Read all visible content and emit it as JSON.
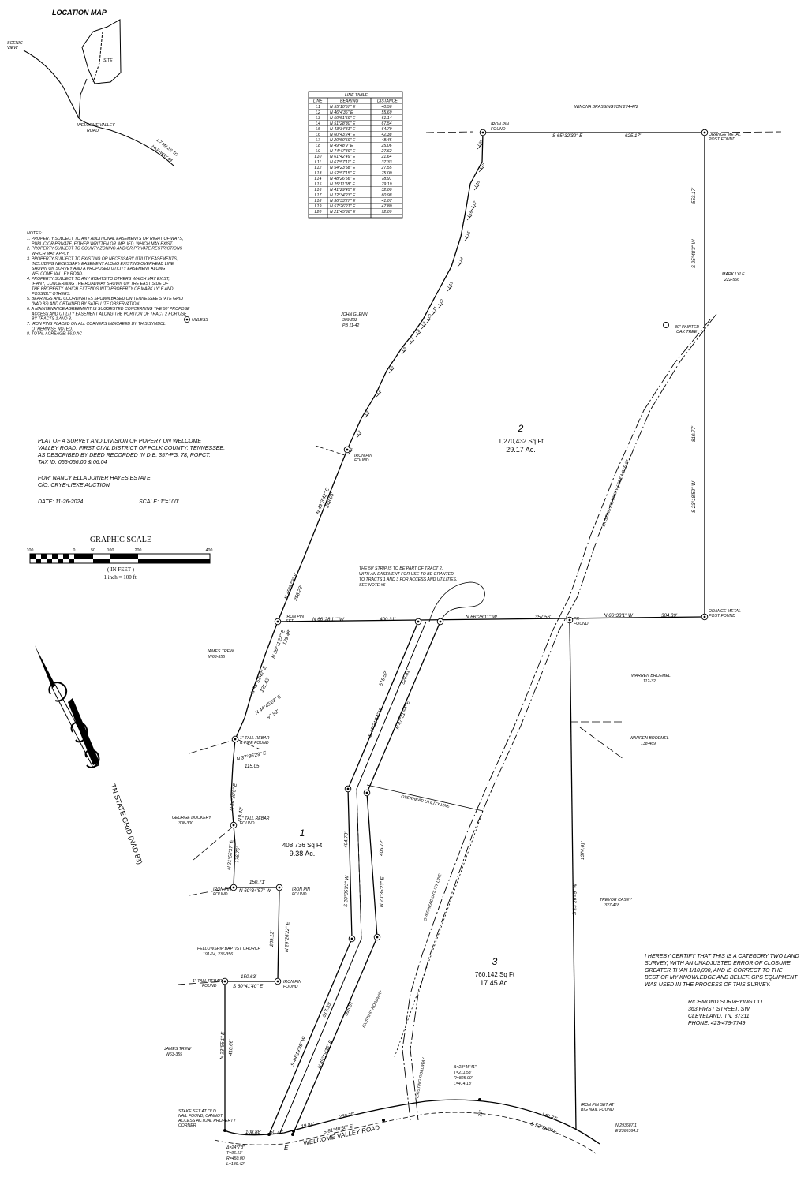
{
  "location_map": {
    "title": "LOCATION MAP",
    "scenic_view": [
      "SCENIC",
      "VIEW"
    ],
    "site": "SITE",
    "road": [
      "WELCOME VALLEY",
      "ROAD"
    ],
    "highway": [
      "1.7 MILES TO",
      "HIGHWAY 64"
    ]
  },
  "line_table": {
    "title": "LINE TABLE",
    "headers": [
      "LINE",
      "BEARING",
      "DISTANCE"
    ],
    "rows": [
      [
        "L1",
        "N 55°10'57\" E",
        "40.56"
      ],
      [
        "L2",
        "N 46°4'36\" E",
        "55.69"
      ],
      [
        "L3",
        "N 50°51'59\" E",
        "61.14"
      ],
      [
        "L4",
        "N 51°28'30\" E",
        "67.54"
      ],
      [
        "L5",
        "N 43°34'41\" E",
        "64.79"
      ],
      [
        "L6",
        "N 60°43'24\" E",
        "42.38"
      ],
      [
        "L7",
        "N 20°50'59\" E",
        "48.45"
      ],
      [
        "L8",
        "N 49°48'9\" E",
        "25.06"
      ],
      [
        "L9",
        "N 74°47'49\" E",
        "27.62"
      ],
      [
        "L10",
        "N 61°42'49\" E",
        "21.64"
      ],
      [
        "L11",
        "N 67°57'11\" E",
        "37.33"
      ],
      [
        "L12",
        "N 54°23'58\" E",
        "27.55"
      ],
      [
        "L13",
        "N 52°57'15\" E",
        "75.00"
      ],
      [
        "L14",
        "N 48°26'56\" E",
        "78.91"
      ],
      [
        "L15",
        "N 25°11'28\" E",
        "79.19"
      ],
      [
        "L16",
        "N 41°29'45\" E",
        "32.00"
      ],
      [
        "L17",
        "N 22°34'23\" E",
        "60.98"
      ],
      [
        "L18",
        "N 36°33'27\" E",
        "41.07"
      ],
      [
        "L19",
        "N 57°26'21\" E",
        "47.80"
      ],
      [
        "L20",
        "N 21°45'36\" E",
        "92.09"
      ]
    ]
  },
  "notes": {
    "title": "NOTES:",
    "lines": [
      "1. PROPERTY SUBJECT TO ANY ADDITIONAL EASEMENTS OR RIGHT OF WAYS,",
      "PUBLIC OR PRIVATE, EITHER WRITTEN OR IMPLIED, WHICH MAY EXIST.",
      "2. PROPERTY SUBJECT TO COUNTY ZONING AND/OR PRIVATE RESTRICTIONS",
      "WHICH MAY APPLY.",
      "3. PROPERTY SUBJECT TO EXISTING OR NECESSARY UTILITY EASEMENTS,",
      "INCLUDING NECESSARY EASEMENT ALONG EXISTING OVERHEAD LINE",
      "SHOWN ON SURVEY AND A PROPOSED UTILITY EASEMENT ALONG",
      "WELCOME VALLEY ROAD.",
      "4. PROPERTY SUBJECT TO ANY RIGHTS TO OTHERS WHICH MAY EXIST,",
      "IF ANY, CONCERNING THE ROADWAY SHOWN ON THE EAST SIDE OF",
      "THE PROPERTY WHICH EXTENDS INTO PROPERTY OF MARK LYLE AND",
      "POSSIBLY OTHERS.",
      "5. BEARINGS AND COORDINATES SHOWN BASED ON TENNESSEE STATE GRID",
      "(NAD 83) AND OBTAINED BY SATELLITE OBSERVATION.",
      "6. A MAINTENANCE AGREEMENT IS SUGGESTED CONCERNING THE 50' PROPOSE",
      "ACCESS AND UTILITY EASEMENT ALONG THE PORTION OF TRACT 2 FOR USE",
      "BY TRACTS 1 AND 3.",
      "7. IRON PINS PLACED ON ALL CORNERS INDICAEED BY THIS SYMBOL",
      "OTHERWISE NOTED.",
      "8. TOTAL ACREAGE: 56.0 AC"
    ],
    "unless": "UNLESS"
  },
  "title_block": {
    "lines": [
      "PLAT OF A SURVEY AND DIVISION OF POPERY ON WELCOME",
      "VALLEY ROAD, FIRST CIVIL DISTRICT OF POLK COUNTY, TENNESSEE,",
      "AS DESCRIBED BY DEED RECORDED IN D.B. 357-PG. 78, ROPCT.",
      "TAX ID: 055-056.00 & 06.04"
    ],
    "for": "FOR: NANCY ELLA JOINER HAYES ESTATE",
    "co": "C/O: CRYE-LIEKE AUCTION",
    "date": "DATE: 11-26-2024",
    "scale": "SCALE: 1\"=100'"
  },
  "graphic_scale": {
    "title": "GRAPHIC SCALE",
    "ticks": [
      "100",
      "0",
      "50",
      "100",
      "200",
      "400"
    ],
    "units": "( IN FEET )",
    "ratio": "1 inch = 100 ft."
  },
  "north_label": "TN STATE GRID (NAD 83)",
  "tracts": [
    {
      "number": "1",
      "sqft": "408,736 Sq Ft",
      "acres": "9.38 Ac."
    },
    {
      "number": "2",
      "sqft": "1,270,432 Sq Ft",
      "acres": "29.17 Ac."
    },
    {
      "number": "3",
      "sqft": "760,142 Sq Ft",
      "acres": "17.45 Ac."
    }
  ],
  "owners": {
    "winona": "WINONA BRASSINGTON 274-472",
    "mark_lyle": [
      "MARK LYLE",
      "222-566"
    ],
    "john_glenn": [
      "JOHN GLENN",
      "309-262",
      "PB 11-42"
    ],
    "james_trew_1": [
      "JAMES TREW",
      "W63-355"
    ],
    "james_trew_2": [
      "JAMES TREW",
      "W63-355"
    ],
    "george": [
      "GEORGE DOCKERY",
      "308-300"
    ],
    "church": [
      "FELLOWSHIP BAPTIST CHURCH",
      "191-14, 235-356"
    ],
    "warren_1": [
      "WARREN BROEMEL",
      "112-32"
    ],
    "warren_2": [
      "WARREN BROEMEL",
      "138-469"
    ],
    "trevor": [
      "TREVOR CASEY",
      "327-418"
    ]
  },
  "bearings": {
    "top": "S 65°32'32\" E",
    "top_dist": "625.17'",
    "east_upper": "S 25°48'3\" W",
    "east_upper_dist": "553.17'",
    "east_lower": "S 23°18'52\" W",
    "east_lower_dist": "810.77'",
    "west_main": "N 49°3'42\" E",
    "west_main_dist": "248.05'",
    "west_2": "N 45°57'8\" E",
    "west_2_dist": "258.23'",
    "mid_left": "N 66°28'11\" W",
    "mid_left_dist": "400.31'",
    "mid_center": "N 66°28'11\" W",
    "mid_center_dist": "357.56'",
    "mid_right": "N 66°33'1\" W",
    "mid_right_dist": "384.39'",
    "w3": "N 36°11'22\" E",
    "w3_dist": "129.48'",
    "w4": "N 56°52'42\" E",
    "w4_dist": "121.43'",
    "w5": "N 44°45'23\" E",
    "w5_dist": "97.92'",
    "w6": "N 37°36'29\" E",
    "w6_dist": "115.05'",
    "w7": "N 14°20'6\" E",
    "w7_dist": "119.43'",
    "w8": "N 21°56'37\" E",
    "w8_dist": "176.76'",
    "w9": "N 60°34'57\" W",
    "w9_dist": "150.71'",
    "w10": "N 29°26'22\" E",
    "w10_dist": "209.12'",
    "w11": "S 60°41'40\" E",
    "w11_dist": "150.63'",
    "w12": "N 23°55'1\" E",
    "w12_dist": "410.66'",
    "ease1": "S 47°31'54\" W",
    "ease1_dist": "515.52'",
    "ease2": "N 47°31'54\" E",
    "ease2_dist": "526.81'",
    "ease3": "S 20°35'23\" W",
    "ease3_dist": "404.73'",
    "ease4": "N 20°35'23\" E",
    "ease4_dist": "405.72'",
    "ease5": "S 49°19'35\" W",
    "ease5_dist": "617.33'",
    "ease6": "N 49°19'35\" E",
    "ease6_dist": "595.87'",
    "tr3_west": "S 23°26'49\" W",
    "tr3_west_dist": "1374.61'",
    "road1": "S 81°40'50\" E",
    "road1_dist": "258.25'",
    "road2": "S 52°55'9\" E",
    "road2_dist": "140.87'",
    "b_108": "108.88'",
    "b_50": "50.77'",
    "b_19": "19.84'",
    "b_25": "25'"
  },
  "curves": {
    "c1": [
      "Δ=28°45'41\"",
      "T=211.53'",
      "R=825.00'",
      "L=414.13'"
    ],
    "c2": [
      "Δ=24°7'3\"",
      "T=96.13'",
      "R=450.00'",
      "L=189.42'"
    ]
  },
  "labels": {
    "iron_pin_found": [
      "IRON PIN",
      "FOUND"
    ],
    "iron_pin_set": [
      "IRON PIN",
      "SET"
    ],
    "orange_metal": [
      "ORANGE METAL",
      "POST FOUND"
    ],
    "oak": [
      "30\" PAINTED",
      "OAK TREE"
    ],
    "rebar1": [
      "1\" TALL REBAR",
      "& PIPE FOUND"
    ],
    "rebar2": [
      "1\" TALL REBAR",
      "FOUND"
    ],
    "rebar3": [
      "1\" TALL REBAR",
      "FOUND"
    ],
    "pk_found": [
      "PK",
      "FOUND"
    ],
    "iron_set_nail": [
      "IRON PIN SET AT",
      "BIG NAIL FOUND"
    ],
    "stake": [
      "STAKE SET AT OLD",
      "NAIL FOUND, CANNOT",
      "ACCESS ACTUAL PROPERTY",
      "CORNER"
    ],
    "easement_note": [
      "THE 50' STRIP IS TO BE PART OF TRACT 2,",
      "WITH AN EASEMENT FOR USE TO BE GRANTED",
      "TO TRACTS 1 AND 3 FOR ACCESS AND UTILITIES.",
      "SEE NOTE #6"
    ],
    "overhead": "OVERHEAD UTILITY LINE",
    "overhead2": "OVERHEAD UTILITY LINE",
    "existing_roadway_note": "EXISTING ROADWAY ( SEE NOTE #4 )",
    "existing_roadway": "EXISTING ROADWAY",
    "existing_roadway2": "EXISTING ROADWAY",
    "welcome_road": "WELCOME VALLEY ROAD",
    "e_mark": "E",
    "coords": [
      "N 293687.1",
      "E 2366364.2"
    ]
  },
  "certification": {
    "lines": [
      "I HEREBY CERTIFY THAT THIS IS A CATEGORY TWO LAND",
      "SURVEY, WITH AN UNADJUSTED ERROR OF CLOSURE",
      "GREATER THAN 1/10,000, AND IS CORRECT TO THE",
      "BEST OF MY KNOWLEDGE AND BELIEF. GPS EQUIPMENT",
      "WAS USED IN THE PROCESS OF THIS SURVEY."
    ],
    "company": "RICHMOND SURVEYING CO.",
    "address": [
      "363 FIRST STREET, SW",
      "CLEVELAND, TN. 37311",
      "PHONE: 423-479-7749"
    ]
  },
  "line_numbers": [
    "L1",
    "L2",
    "L3",
    "L4",
    "L5",
    "L6",
    "L7",
    "L8",
    "L9",
    "L10",
    "L11",
    "L12",
    "L13",
    "L14",
    "L15",
    "L16",
    "L17",
    "L18",
    "L19",
    "L20"
  ]
}
